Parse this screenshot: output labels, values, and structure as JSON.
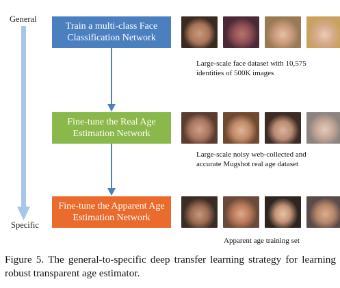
{
  "scale": {
    "top_label": "General",
    "bottom_label": "Specific"
  },
  "stages": [
    {
      "label": "Train a multi-class Face Classification Network",
      "color": "#4a7fc0"
    },
    {
      "label": "Fine-tune the Real Age Estimation Network",
      "color": "#8ab84a"
    },
    {
      "label": "Fine-tune the Apparent Age Estimation Network",
      "color": "#ea6b2c"
    }
  ],
  "datasets": [
    {
      "caption": "Large-scale face dataset with 10,575 identities of 500K images"
    },
    {
      "caption": "Large-scale noisy web-collected and accurate Mugshot real age dataset"
    },
    {
      "caption": "Apparent age training set"
    }
  ],
  "figure_caption": "Figure 5. The general-to-specific deep transfer learning strategy for learning robust transparent age estimator.",
  "colors": {
    "scale_arrow": "#a9c6e8",
    "connector_arrow": "#4a7fc0"
  }
}
